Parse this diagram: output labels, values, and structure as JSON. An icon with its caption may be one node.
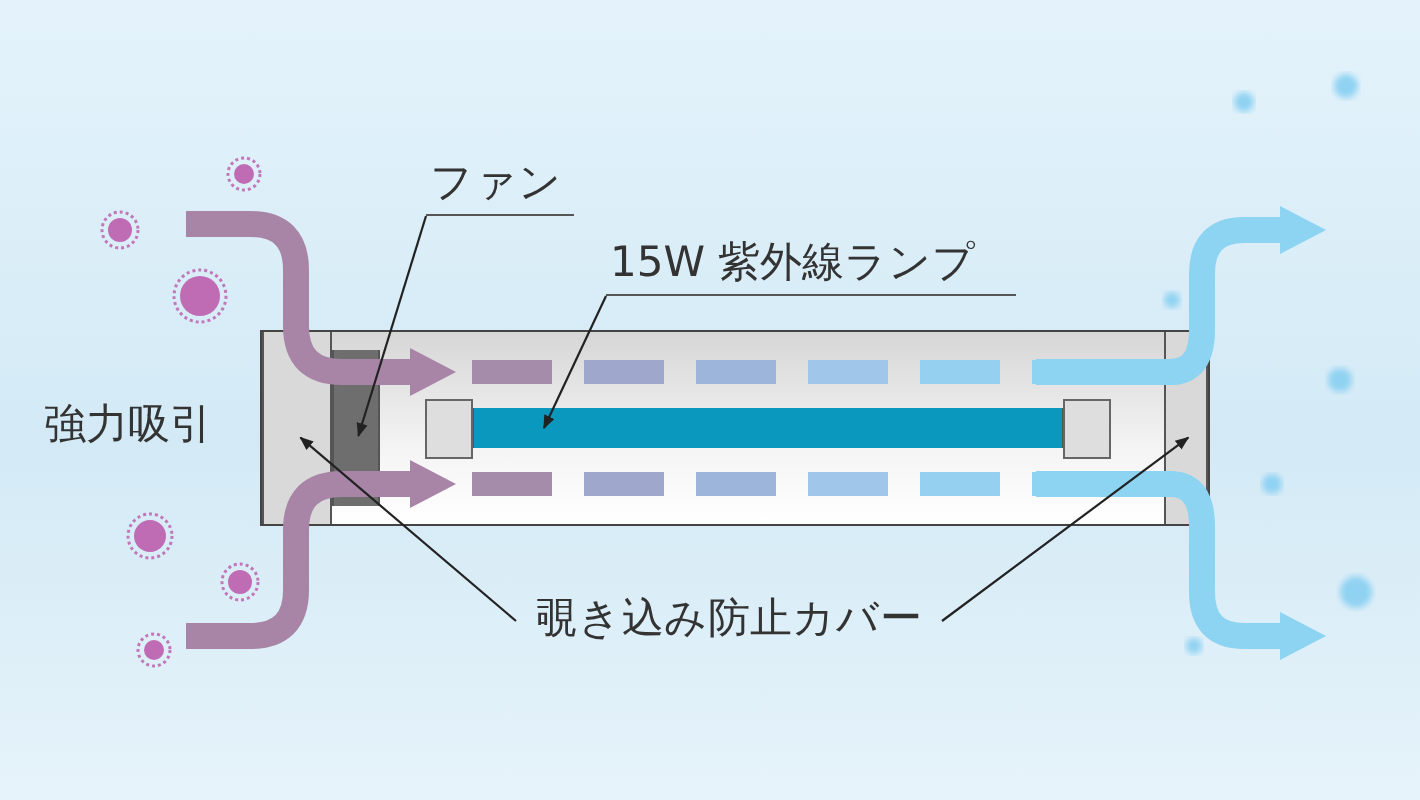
{
  "diagram": {
    "nodes": [
      {
        "text": [
          "ファン"
        ]
      },
      {
        "text": [],
        "shape": "bar"
      },
      {
        "text": [
          "15W 紫外線ランプ"
        ]
      },
      {
        "text": [],
        "shape": "bar"
      },
      {
        "text": [
          "覗き込み防止カバー"
        ]
      },
      {
        "text": [],
        "shape": "box"
      },
      {
        "text": [],
        "shape": "box"
      }
    ],
    "edges": [
      {
        "from": 0,
        "to": 1,
        "arrow": "to"
      },
      {
        "from": 2,
        "to": 3,
        "arrow": "to"
      },
      {
        "from": 4,
        "to": 5,
        "arrow": "to"
      },
      {
        "from": 4,
        "to": 6,
        "arrow": "to"
      }
    ],
    "labels": [
      "強力吸引"
    ]
  }
}
